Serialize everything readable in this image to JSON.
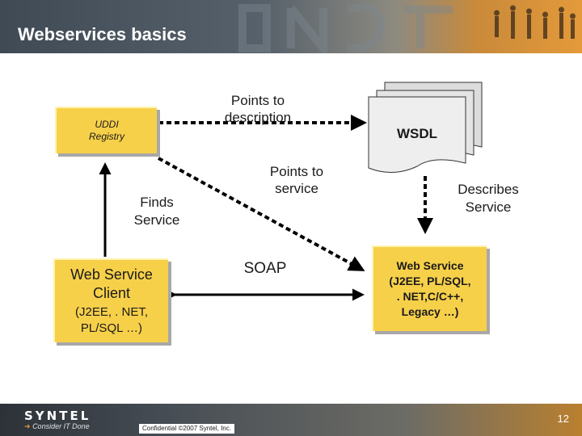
{
  "slide": {
    "title": "Webservices basics",
    "page_number": "12",
    "footer_text": "Confidential   ©2007  Syntel, Inc.",
    "logo_text": "SYNTEL",
    "logo_tagline": "Consider IT Done"
  },
  "nodes": {
    "uddi": {
      "line1": "UDDI",
      "line2": "Registry"
    },
    "wsdl": {
      "label": "WSDL"
    },
    "client": {
      "line1": "Web Service",
      "line2": "Client",
      "line3": "(J2EE, . NET,",
      "line4": "PL/SQL …)"
    },
    "service": {
      "line1": "Web Service",
      "line2": "(J2EE, PL/SQL,",
      "line3": ". NET,C/C++,",
      "line4": "Legacy …)"
    }
  },
  "edges": {
    "points_to_description": {
      "line1": "Points to",
      "line2": "description"
    },
    "points_to_service": {
      "line1": "Points to",
      "line2": "service"
    },
    "finds_service": {
      "line1": "Finds",
      "line2": "Service"
    },
    "describes_service": {
      "line1": "Describes",
      "line2": "Service"
    },
    "soap": {
      "label": "SOAP"
    }
  },
  "colors": {
    "box_fill": "#f7d04a",
    "header_dark": "#3f4a55",
    "header_accent": "#e49a3a"
  }
}
